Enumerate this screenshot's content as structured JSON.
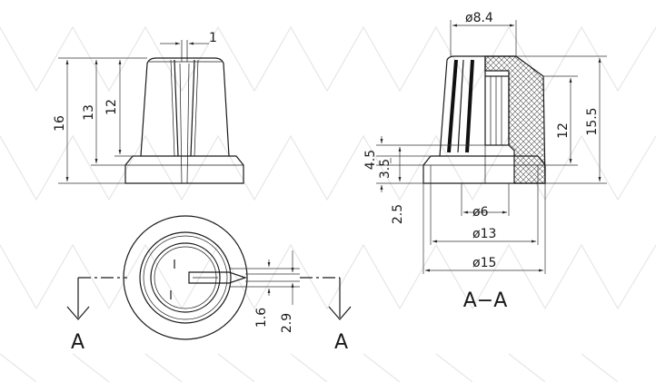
{
  "front_view": {
    "dims": {
      "slot_width": "1",
      "total_height": "16",
      "cap_height": "13",
      "upper_height": "12"
    }
  },
  "section_view": {
    "dims": {
      "top_diameter": "ø8.4",
      "height_right_inner": "12",
      "height_right_outer": "15.5",
      "left_4_5": "4.5",
      "left_3_5": "3.5",
      "left_2_5": "2.5",
      "bore": "ø6",
      "skirt_diameter": "ø13",
      "base_diameter": "ø15"
    },
    "label": "A−A"
  },
  "top_view": {
    "dims": {
      "d1": "1.6",
      "d2": "2.9"
    },
    "section_marks": [
      "A",
      "A"
    ]
  }
}
